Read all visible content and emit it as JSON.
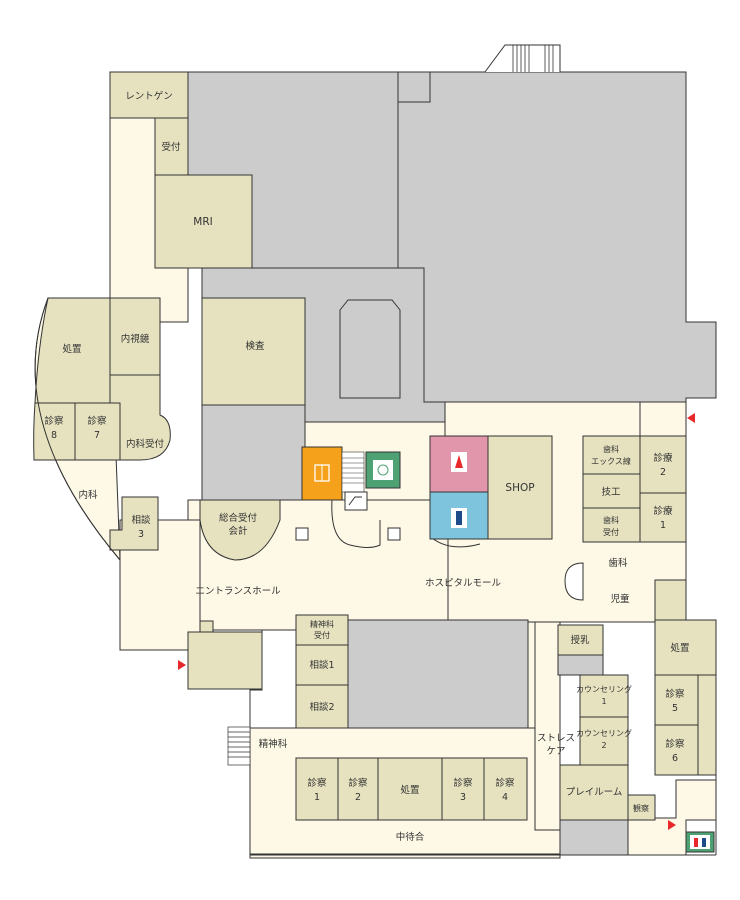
{
  "colors": {
    "corridor": "#fdf9e6",
    "room": "#e6e2bf",
    "gray": "#cccccc",
    "outline": "#333333",
    "elevator": "#f5a11b",
    "womens_wc": "#e296ab",
    "mens_wc": "#7ec4dc",
    "accessible_wc": "#4ea173",
    "entrance_arrow": "#e8282b"
  },
  "rooms": {
    "xray": "レントゲン",
    "reception_top": "受付",
    "mri": "MRI",
    "treatment_left": "処置",
    "endoscopy": "内視鏡",
    "exam": "検査",
    "exam8_a": "診察",
    "exam8_b": "8",
    "exam7_a": "診察",
    "exam7_b": "7",
    "internal_reception": "内科受付",
    "internal": "内科",
    "consult3_a": "相談",
    "consult3_b": "3",
    "general_reception_a": "総合受付",
    "general_reception_b": "会計",
    "entrance_hall": "エントランスホール",
    "hospital_mall": "ホスピタルモール",
    "shop": "SHOP",
    "dental_xray_a": "歯科",
    "dental_xray_b": "エックス線",
    "dental_tech": "技工",
    "dental_reception_a": "歯科",
    "dental_reception_b": "受付",
    "dental_clinic2_a": "診療",
    "dental_clinic2_b": "2",
    "dental_clinic1_a": "診療",
    "dental_clinic1_b": "1",
    "dentistry": "歯科",
    "pediatrics": "児童",
    "nursing": "授乳",
    "counseling1_a": "カウンセリング",
    "counseling1_b": "1",
    "counseling2_a": "カウンセリング",
    "counseling2_b": "2",
    "stress_care_a": "ストレス",
    "stress_care_b": "ケア",
    "playroom": "プレイルーム",
    "observation": "観察",
    "treatment_right": "処置",
    "exam5_a": "診察",
    "exam5_b": "5",
    "exam6_a": "診察",
    "exam6_b": "6",
    "psych_reception_a": "精神科",
    "psych_reception_b": "受付",
    "consult1": "相談1",
    "consult2": "相談2",
    "psychiatry": "精神科",
    "pexam1_a": "診察",
    "pexam1_b": "1",
    "pexam2_a": "診察",
    "pexam2_b": "2",
    "treatment_bottom": "処置",
    "pexam3_a": "診察",
    "pexam3_b": "3",
    "pexam4_a": "診察",
    "pexam4_b": "4",
    "middle_waiting": "中待合"
  },
  "icons": [
    "elevator-icon",
    "accessible-toilet-icon",
    "womens-toilet-icon",
    "mens-toilet-icon",
    "escalator-icon",
    "restroom-icon",
    "entrance-arrow-icon",
    "stairs-icon"
  ]
}
